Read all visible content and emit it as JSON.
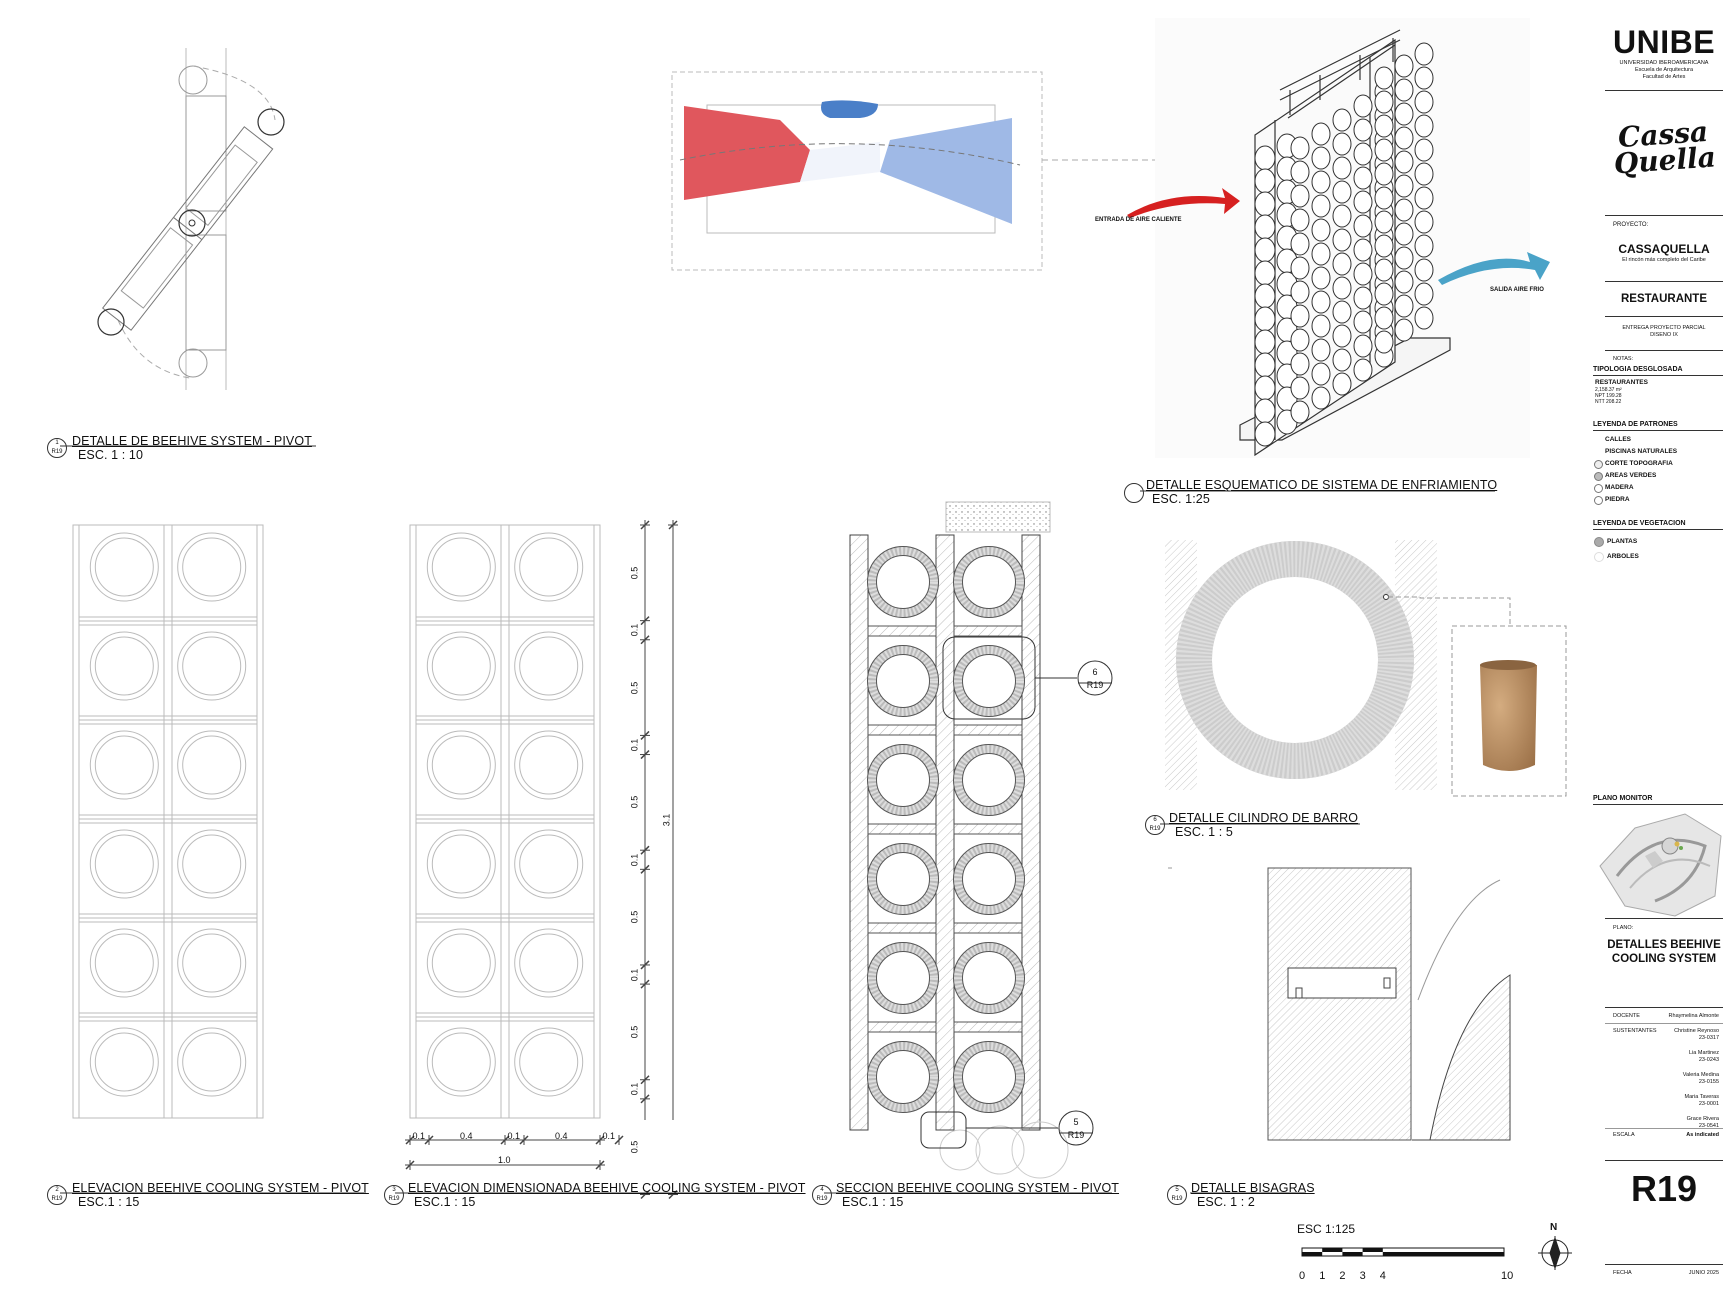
{
  "details": [
    {
      "id": "pivot",
      "badge_top": "1",
      "badge_bottom": "R19",
      "title": "DETALLE DE BEEHIVE SYSTEM - PIVOT",
      "scale": "ESC. 1 : 10"
    },
    {
      "id": "elev",
      "badge_top": "2",
      "badge_bottom": "R19",
      "title": "ELEVACION BEEHIVE COOLING SYSTEM - PIVOT",
      "scale": "ESC.1 : 15"
    },
    {
      "id": "elevdim",
      "badge_top": "3",
      "badge_bottom": "R19",
      "title": "ELEVACION DIMENSIONADA BEEHIVE COOLING SYSTEM - PIVOT",
      "scale": "ESC.1 : 15"
    },
    {
      "id": "section",
      "badge_top": "4",
      "badge_bottom": "R19",
      "title": "SECCION BEEHIVE COOLING SYSTEM - PIVOT",
      "scale": "ESC.1 : 15"
    },
    {
      "id": "hinge",
      "badge_top": "5",
      "badge_bottom": "R19",
      "title": "DETALLE BISAGRAS",
      "scale": "ESC. 1 : 2"
    },
    {
      "id": "cylinder",
      "badge_top": "6",
      "badge_bottom": "R19",
      "title": "DETALLE CILINDRO DE BARRO",
      "scale": "ESC. 1 : 5"
    },
    {
      "id": "schematic",
      "badge_top": "",
      "badge_bottom": "",
      "title": "DETALLE ESQUEMATICO DE SISTEMA DE ENFRIAMIENTO",
      "scale": "ESC. 1:25"
    }
  ],
  "callouts": {
    "c6": {
      "top": "6",
      "bottom": "R19"
    },
    "c5": {
      "top": "5",
      "bottom": "R19"
    }
  },
  "airflow": {
    "hot_in": "ENTRADA DE AIRE CALIENTE",
    "cold_out": "SALIDA AIRE FRIO"
  },
  "dims": {
    "vertical": [
      "0.5",
      "0.1",
      "0.5",
      "0.1",
      "0.5",
      "0.1",
      "0.5",
      "0.1",
      "0.5",
      "0.1",
      "0.5"
    ],
    "total_height": "3.1",
    "horizontal": [
      "0.1",
      "0.4",
      "0.1",
      "0.4",
      "0.1"
    ],
    "total_width": "1.0"
  },
  "graphic_scale": {
    "label": "ESC 1:125",
    "ticks": [
      "0",
      "1",
      "2",
      "3",
      "4",
      "10"
    ]
  },
  "north": "N",
  "colors": {
    "hot": "#e0575d",
    "cold": "#9fb9e6",
    "water": "#4a7fc8",
    "arrow_hot": "#d62020",
    "arrow_cold": "#4aa3c8",
    "clay": "#b58a5f"
  },
  "titleblock": {
    "institution": "UNIBE",
    "institution_sub1": "UNIVERSIDAD IBEROAMERICANA",
    "institution_sub2": "Escuela de Arquitectura",
    "institution_sub3": "Facultad de Artes",
    "logo_line1": "Cassa",
    "logo_line2": "Quella",
    "proyecto_label": "PROYECTO:",
    "project_name": "CASSAQUELLA",
    "project_tagline": "El rincón más completo del Caribe",
    "type": "RESTAURANTE",
    "delivery1": "ENTREGA PROYECTO PARCIAL",
    "delivery2": "DISENO IX",
    "notas_label": "NOTAS:",
    "tipologia": "TIPOLOGIA DESGLOSADA",
    "restaurantes": "RESTAURANTES",
    "area": "2,158.37 m²",
    "npt": "NPT 199.28",
    "ntt": "NTT 208.22",
    "leyenda_patrones": "LEYENDA DE PATRONES",
    "patterns": [
      "CALLES",
      "PISCINAS NATURALES",
      "CORTE TOPOGRAFIA",
      "AREAS VERDES",
      "MADERA",
      "PIEDRA"
    ],
    "leyenda_vegetacion": "LEYENDA DE VEGETACION",
    "vegetation": [
      "PLANTAS",
      "ARBOLES"
    ],
    "plano_monitor": "PLANO MONITOR",
    "plano_label": "PLANO:",
    "plano_title1": "DETALLES BEEHIVE",
    "plano_title2": "COOLING SYSTEM",
    "docente_label": "DOCENTE",
    "docente": "Rhaymelina Almonte",
    "sustentantes_label": "SUSTENTANTES",
    "students": [
      {
        "name": "Christine Reynoso",
        "id": "23-0317"
      },
      {
        "name": "Lia Martinez",
        "id": "23-0243"
      },
      {
        "name": "Valeria Medina",
        "id": "23-0155"
      },
      {
        "name": "Maria Taveras",
        "id": "23-0001"
      },
      {
        "name": "Grace Rivera",
        "id": "23-0541"
      }
    ],
    "escala_label": "ESCALA",
    "escala": "As indicated",
    "sheet": "R19",
    "fecha_label": "FECHA",
    "fecha": "JUNIO 2025"
  }
}
